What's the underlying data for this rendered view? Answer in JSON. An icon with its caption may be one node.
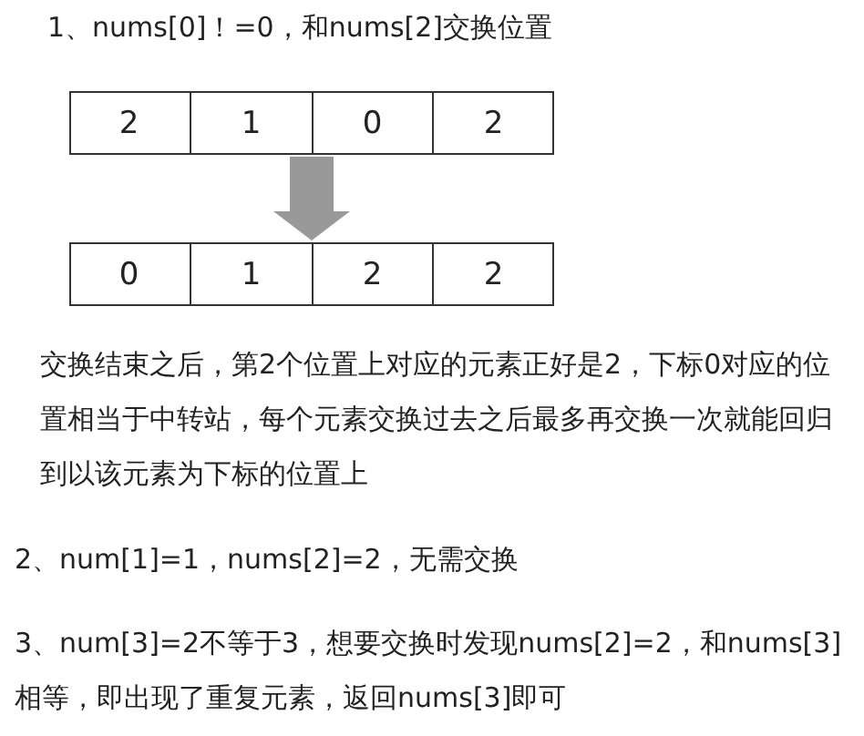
{
  "diagram": {
    "nodes": [
      {
        "text": [],
        "shape": "box"
      },
      {
        "text": [
          "2"
        ],
        "in": 0
      },
      {
        "text": [
          "1"
        ],
        "in": 0
      },
      {
        "text": [
          "0"
        ],
        "in": 0
      },
      {
        "text": [
          "2"
        ],
        "in": 0
      },
      {
        "text": [],
        "shape": "box"
      },
      {
        "text": [
          "0"
        ],
        "in": 5
      },
      {
        "text": [
          "1"
        ],
        "in": 5
      },
      {
        "text": [
          "2"
        ],
        "in": 5
      },
      {
        "text": [
          "2"
        ],
        "in": 5
      }
    ],
    "edges": [
      {
        "from": 0,
        "to": 5,
        "arrow": "to",
        "color": "#999999",
        "style": "thick"
      }
    ],
    "labels": [
      "1、nums[0]！=0，和nums[2]交换位置",
      "交换结束之后，第2个位置上对应的元素正好是2，下标0对应的位置相当于中转站，每个元素交换过去之后最多再交换一次就能回归到以该元素为下标的位置上",
      "2、num[1]=1，nums[2]=2，无需交换",
      "3、num[3]=2不等于3，想要交换时发现nums[2]=2，和nums[3]相等，即出现了重复元素，返回nums[3]即可"
    ]
  }
}
